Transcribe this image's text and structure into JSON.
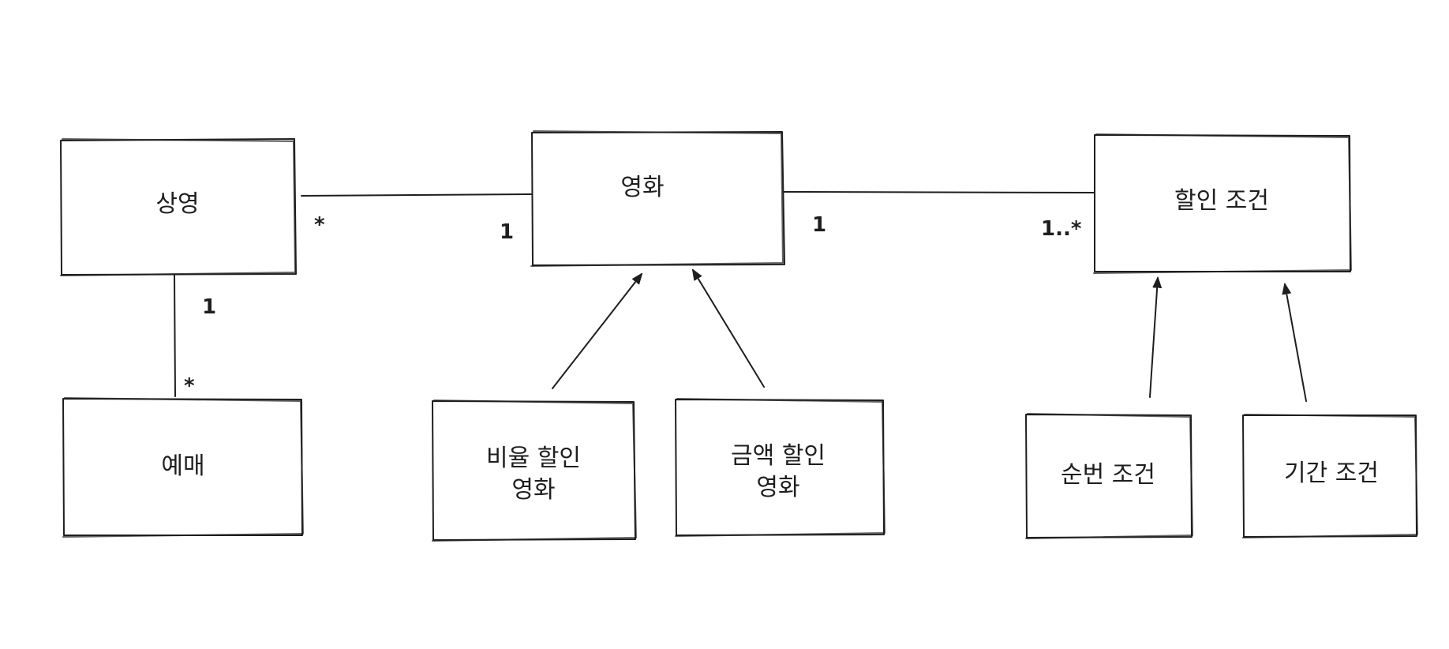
{
  "boxes": {
    "screening": "상영",
    "movie": "영화",
    "discount_condition": "할인 조건",
    "reservation": "예매",
    "percent_discount_movie": [
      "비율 할인",
      "영화"
    ],
    "amount_discount_movie": [
      "금액 할인",
      "영화"
    ],
    "sequence_condition": "순번 조건",
    "period_condition": "기간 조건"
  },
  "multiplicities": {
    "screening_to_movie_screening_end": "*",
    "screening_to_movie_movie_end": "1",
    "movie_to_condition_movie_end": "1",
    "movie_to_condition_condition_end": "1..*",
    "screening_to_reservation_screening_end": "1",
    "screening_to_reservation_reservation_end": "*"
  }
}
